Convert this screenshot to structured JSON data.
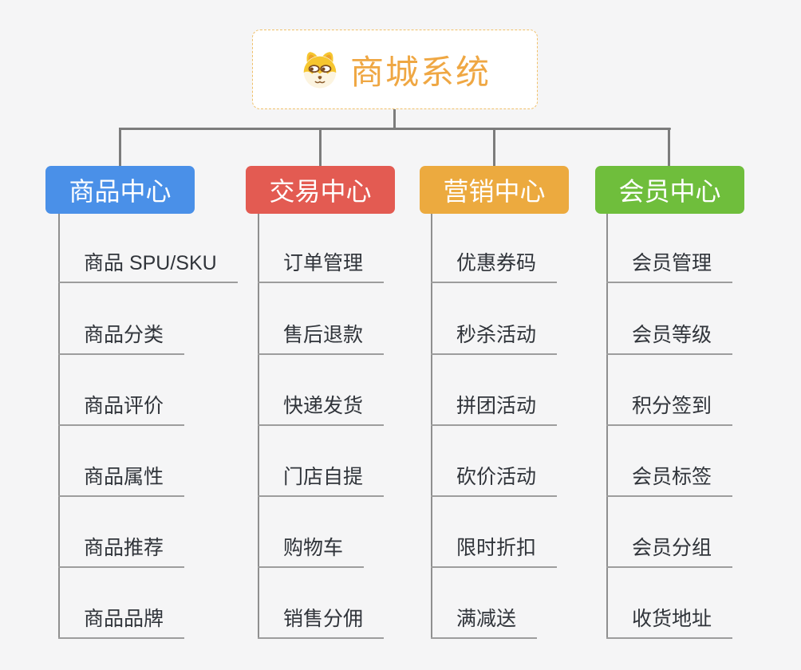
{
  "root": {
    "label": "商城系统",
    "icon": "dog-face-icon",
    "accent_color": "#efa743",
    "border_color": "#f0c06a"
  },
  "branches": [
    {
      "label": "商品中心",
      "color": "#4a90e8",
      "children": [
        "商品 SPU/SKU",
        "商品分类",
        "商品评价",
        "商品属性",
        "商品推荐",
        "商品品牌"
      ]
    },
    {
      "label": "交易中心",
      "color": "#e35b52",
      "children": [
        "订单管理",
        "售后退款",
        "快递发货",
        "门店自提",
        "购物车",
        "销售分佣"
      ]
    },
    {
      "label": "营销中心",
      "color": "#ecaa3f",
      "children": [
        "优惠券码",
        "秒杀活动",
        "拼团活动",
        "砍价活动",
        "限时折扣",
        "满减送"
      ]
    },
    {
      "label": "会员中心",
      "color": "#6fbe3c",
      "children": [
        "会员管理",
        "会员等级",
        "积分签到",
        "会员标签",
        "会员分组",
        "收货地址"
      ]
    }
  ]
}
